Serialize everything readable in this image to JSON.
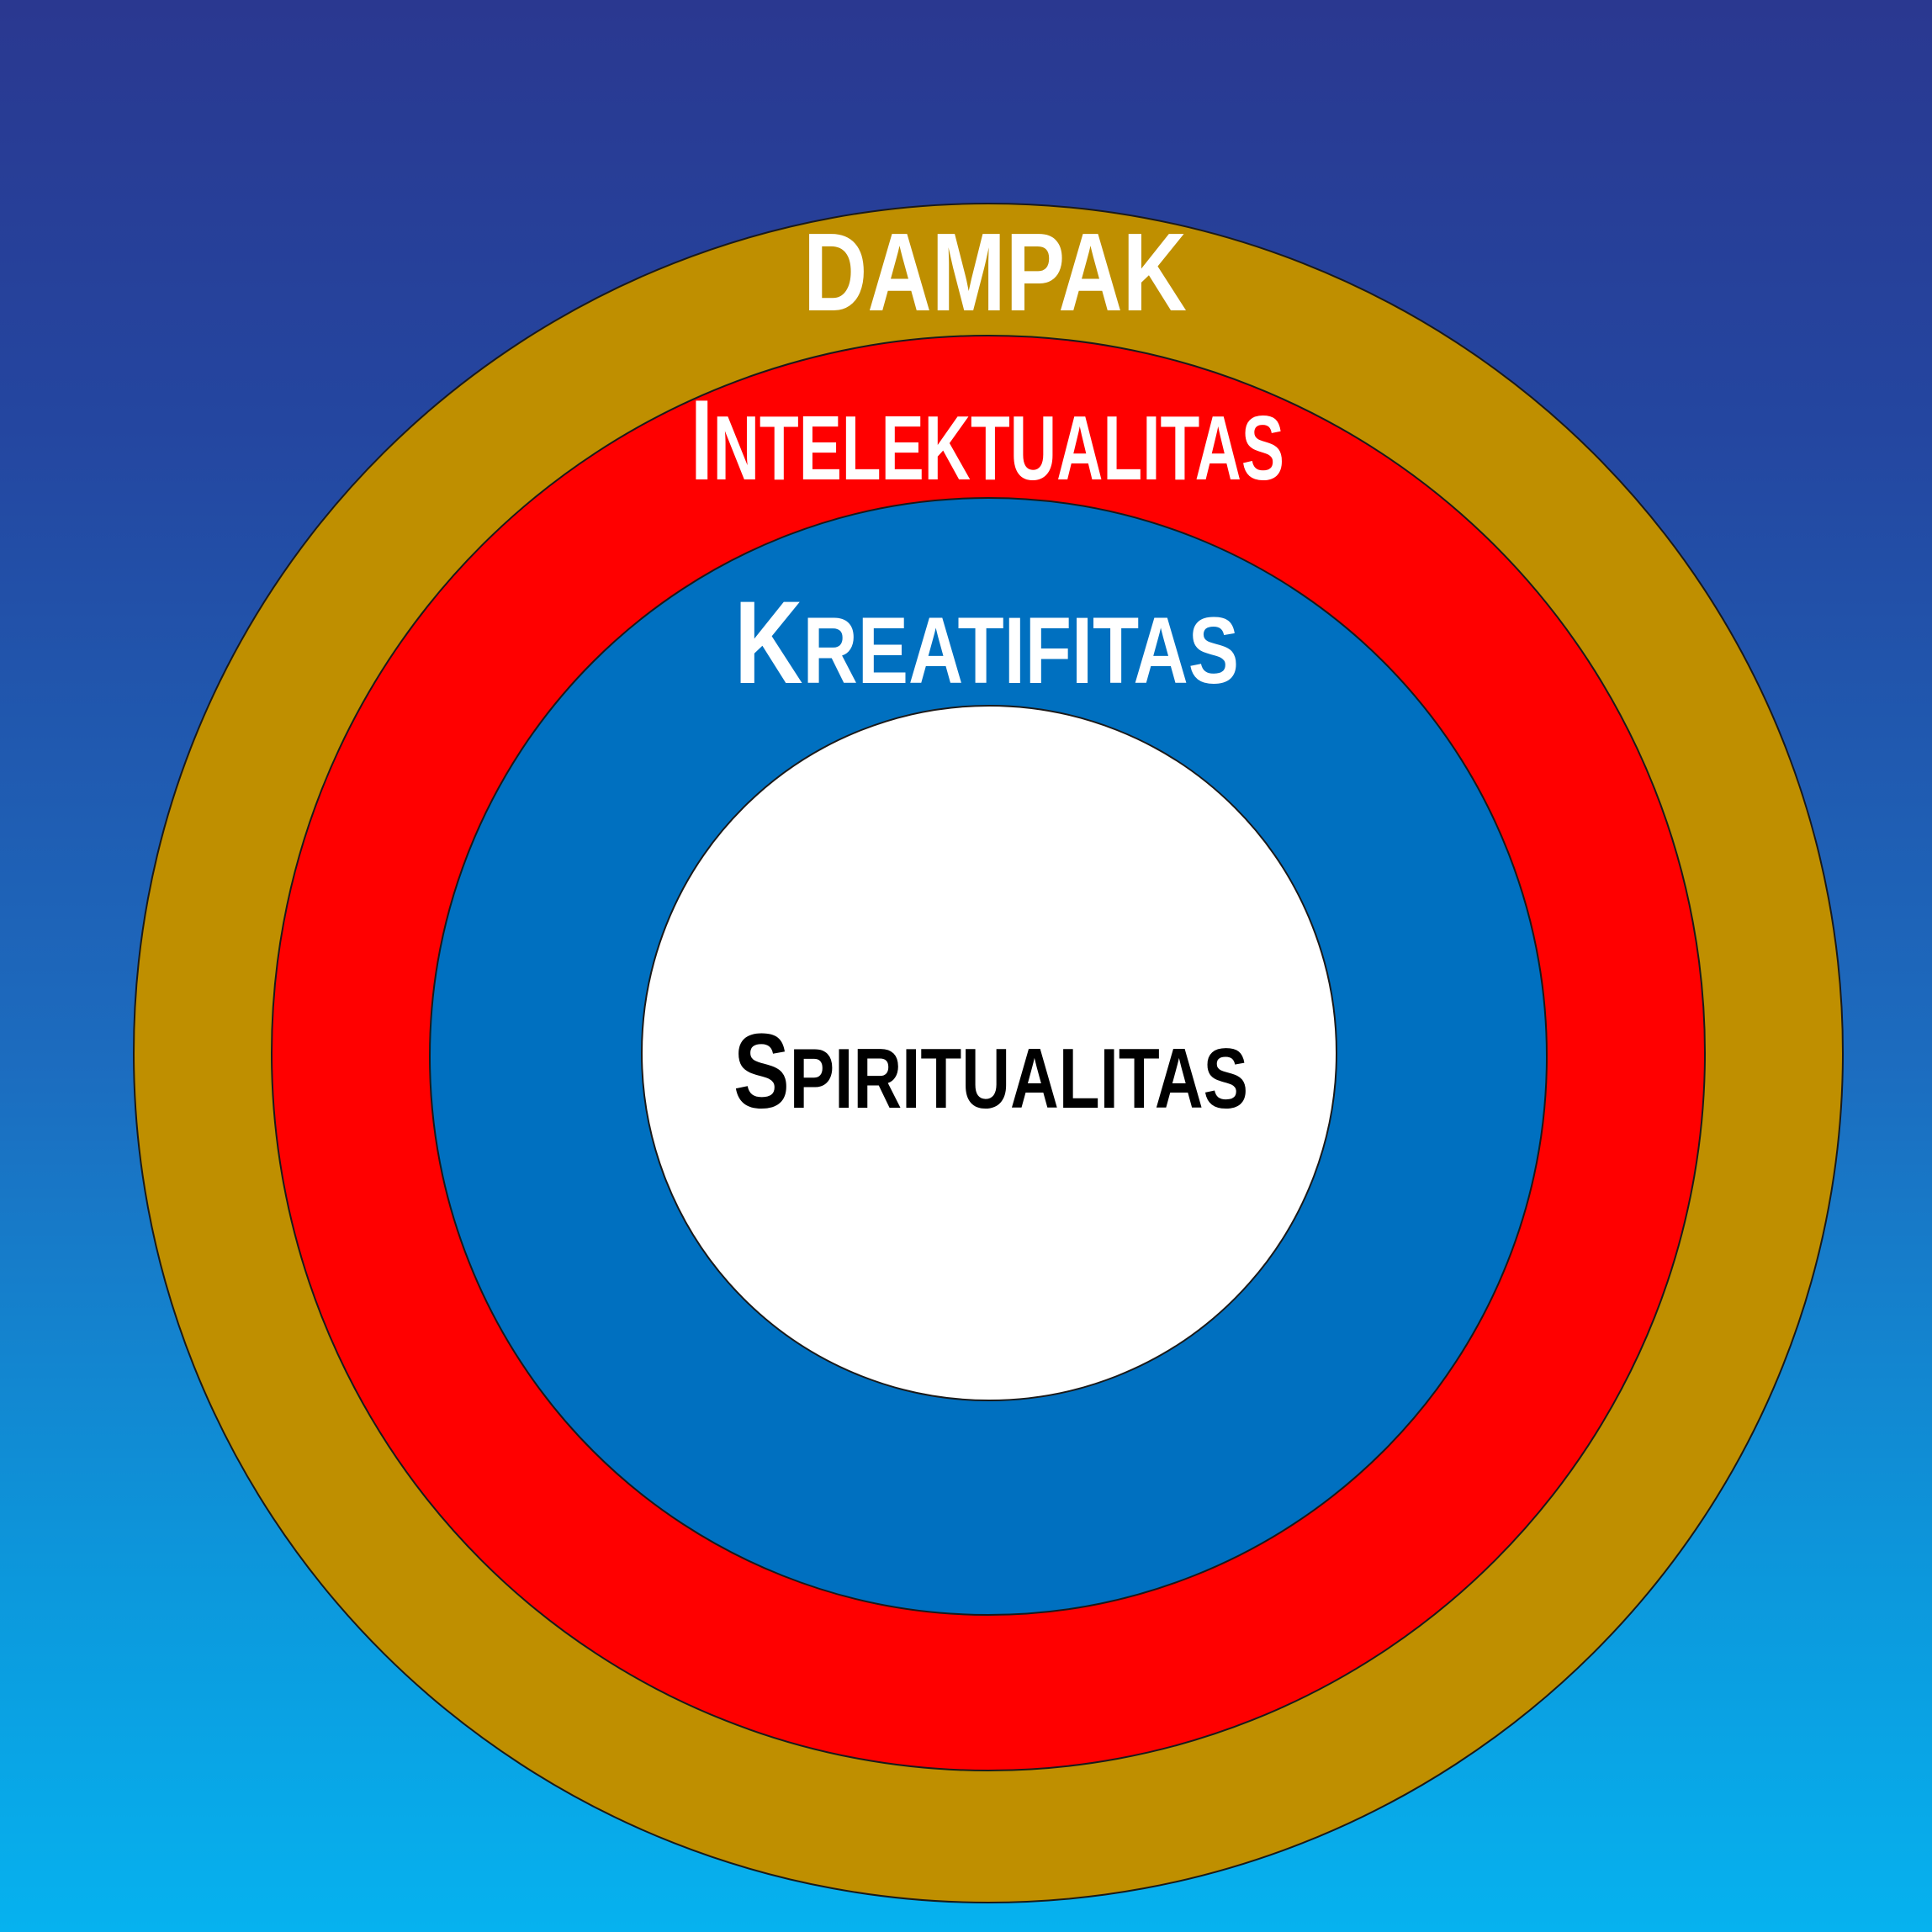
{
  "rings": [
    {
      "id": "dampak",
      "label": "DAMPAK",
      "fill": "#BF8F00",
      "text_color": "#FFFFFF"
    },
    {
      "id": "intelektualitas",
      "label": "Intelektualitas",
      "fill": "#FF0000",
      "text_color": "#FFFFFF"
    },
    {
      "id": "kreatifitas",
      "label": "Kreatifitas",
      "fill": "#0070C0",
      "text_color": "#FFFFFF"
    },
    {
      "id": "spiritualitas",
      "label": "Spiritualitas",
      "fill": "#FFFFFF",
      "text_color": "#000000"
    }
  ],
  "background": {
    "top_color": "#2A3890",
    "bottom_color": "#06B2EF"
  }
}
